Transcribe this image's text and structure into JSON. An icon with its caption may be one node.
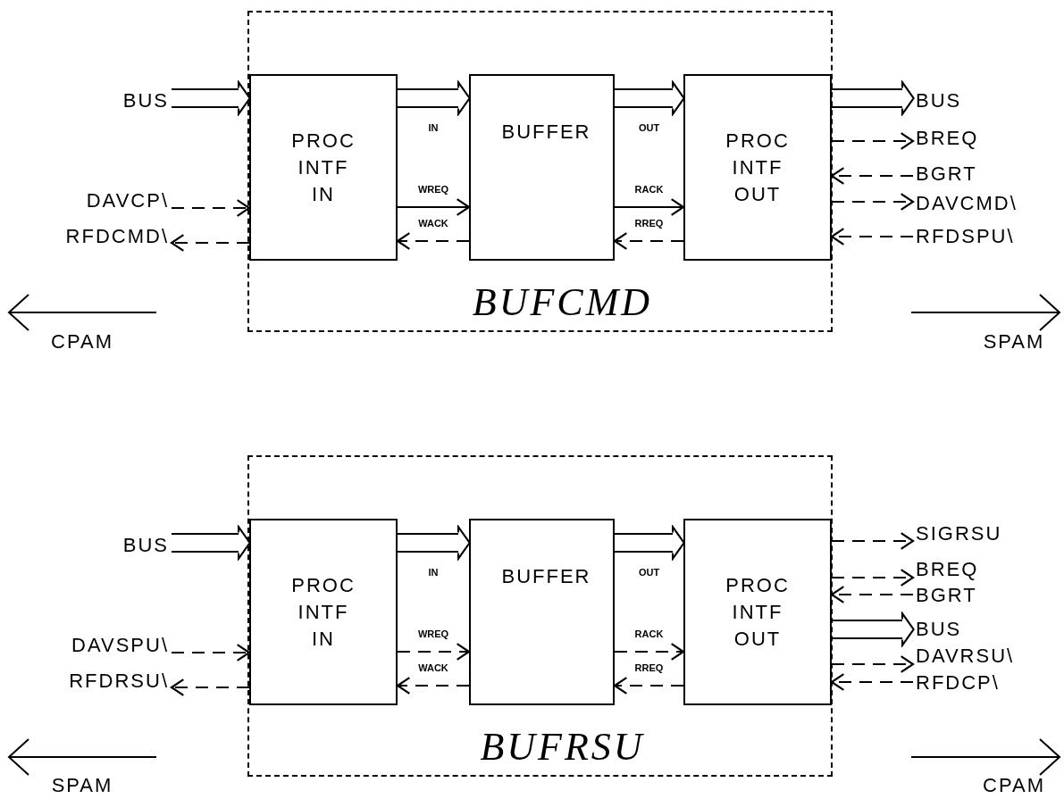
{
  "diagram": {
    "nodes": [
      {
        "text": [
          "BUFCMD"
        ]
      },
      {
        "text": [
          "PROC INTF IN"
        ],
        "in": 0
      },
      {
        "text": [
          "BUFFER"
        ],
        "in": 0
      },
      {
        "text": [
          "PROC INTF OUT"
        ],
        "in": 0
      },
      {
        "text": [
          "BUS"
        ]
      },
      {
        "text": [
          "DAVCP\\"
        ]
      },
      {
        "text": [
          "RFDCMD\\"
        ]
      },
      {
        "text": [
          "BUS"
        ]
      },
      {
        "text": [
          "BREQ"
        ]
      },
      {
        "text": [
          "BGRT"
        ]
      },
      {
        "text": [
          "DAVCMD\\"
        ]
      },
      {
        "text": [
          "RFDSPU\\"
        ]
      },
      {
        "text": [
          "BUFRSU"
        ]
      },
      {
        "text": [
          "PROC INTF IN"
        ],
        "in": 12
      },
      {
        "text": [
          "BUFFER"
        ],
        "in": 12
      },
      {
        "text": [
          "PROC INTF OUT"
        ],
        "in": 12
      },
      {
        "text": [
          "BUS"
        ]
      },
      {
        "text": [
          "DAVSPU\\"
        ]
      },
      {
        "text": [
          "RFDRSU\\"
        ]
      },
      {
        "text": [
          "SIGRSU"
        ]
      },
      {
        "text": [
          "BREQ"
        ]
      },
      {
        "text": [
          "BGRT"
        ]
      },
      {
        "text": [
          "BUS"
        ]
      },
      {
        "text": [
          "DAVRSU\\"
        ]
      },
      {
        "text": [
          "RFDCP\\"
        ]
      }
    ],
    "edges": [
      {
        "from": 4,
        "to": 1,
        "arrow": "to",
        "style": "thick"
      },
      {
        "from": 5,
        "to": 1,
        "arrow": "to",
        "style": "dashed"
      },
      {
        "from": 1,
        "to": 6,
        "arrow": "to",
        "style": "dashed"
      },
      {
        "from": 1,
        "to": 2,
        "arrow": "to",
        "style": "thick",
        "label": "IN"
      },
      {
        "from": 1,
        "to": 2,
        "arrow": "to",
        "label": "WREQ"
      },
      {
        "from": 2,
        "to": 1,
        "arrow": "to",
        "style": "dashed",
        "label": "WACK"
      },
      {
        "from": 2,
        "to": 3,
        "arrow": "to",
        "style": "thick",
        "label": "OUT"
      },
      {
        "from": 2,
        "to": 3,
        "arrow": "to",
        "label": "RACK"
      },
      {
        "from": 3,
        "to": 2,
        "arrow": "to",
        "style": "dashed",
        "label": "RREQ"
      },
      {
        "from": 3,
        "to": 7,
        "arrow": "to",
        "style": "thick"
      },
      {
        "from": 3,
        "to": 8,
        "arrow": "to",
        "style": "dashed"
      },
      {
        "from": 9,
        "to": 3,
        "arrow": "to",
        "style": "dashed"
      },
      {
        "from": 3,
        "to": 10,
        "arrow": "to",
        "style": "dashed"
      },
      {
        "from": 11,
        "to": 3,
        "arrow": "to",
        "style": "dashed"
      },
      {
        "from": 16,
        "to": 13,
        "arrow": "to",
        "style": "thick"
      },
      {
        "from": 17,
        "to": 13,
        "arrow": "to",
        "style": "dashed"
      },
      {
        "from": 13,
        "to": 18,
        "arrow": "to",
        "style": "dashed"
      },
      {
        "from": 13,
        "to": 14,
        "arrow": "to",
        "style": "thick",
        "label": "IN"
      },
      {
        "from": 13,
        "to": 14,
        "arrow": "to",
        "style": "dashed",
        "label": "WREQ"
      },
      {
        "from": 14,
        "to": 13,
        "arrow": "to",
        "style": "dashed",
        "label": "WACK"
      },
      {
        "from": 14,
        "to": 15,
        "arrow": "to",
        "style": "thick",
        "label": "OUT"
      },
      {
        "from": 14,
        "to": 15,
        "arrow": "to",
        "style": "dashed",
        "label": "RACK"
      },
      {
        "from": 15,
        "to": 14,
        "arrow": "to",
        "style": "dashed",
        "label": "RREQ"
      },
      {
        "from": 15,
        "to": 19,
        "arrow": "to",
        "style": "dashed"
      },
      {
        "from": 15,
        "to": 20,
        "arrow": "to",
        "style": "dashed"
      },
      {
        "from": 21,
        "to": 15,
        "arrow": "to",
        "style": "dashed"
      },
      {
        "from": 15,
        "to": 22,
        "arrow": "to",
        "style": "thick"
      },
      {
        "from": 15,
        "to": 23,
        "arrow": "to",
        "style": "dashed"
      },
      {
        "from": 24,
        "to": 15,
        "arrow": "to",
        "style": "dashed"
      }
    ],
    "labels": [
      "CPAM",
      "SPAM",
      "SPAM",
      "CPAM"
    ]
  }
}
